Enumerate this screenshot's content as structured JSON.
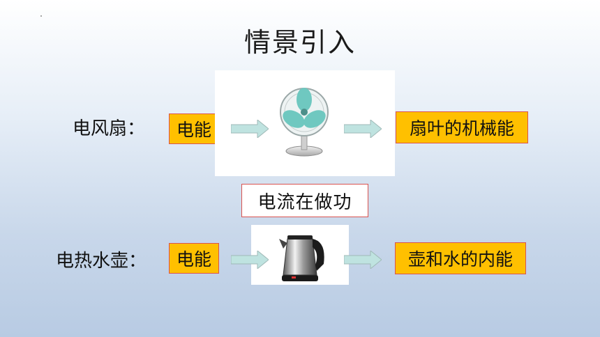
{
  "slide": {
    "title": "情景引入"
  },
  "fan_row": {
    "label": "电风扇：",
    "input_energy": "电能",
    "output_energy": "扇叶的机械能",
    "device_icon": "electric-fan-icon"
  },
  "middle_note": "电流在做功",
  "kettle_row": {
    "label": "电热水壶：",
    "input_energy": "电能",
    "output_energy": "壶和水的内能",
    "device_icon": "electric-kettle-icon"
  },
  "colors": {
    "energy_box_fill": "#ffc000",
    "box_border": "#d9534f",
    "arrow_fill": "#bfe3e0"
  }
}
